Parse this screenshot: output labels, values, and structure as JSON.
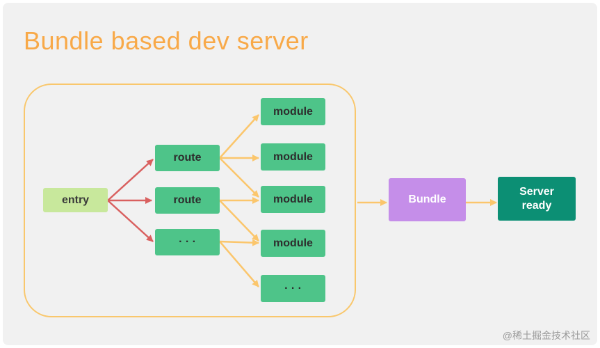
{
  "title": "Bundle based dev server",
  "nodes": {
    "entry": "entry",
    "route_1": "route",
    "route_2": "route",
    "route_more": "· · ·",
    "module_1": "module",
    "module_2": "module",
    "module_3": "module",
    "module_4": "module",
    "module_more": "· · ·",
    "bundle": "Bundle",
    "server_ready": "Server\nready"
  },
  "watermark": "@稀土掘金技术社区",
  "colors": {
    "title": "#f8a948",
    "frame": "#f9c76c",
    "entry_fill": "#c8e89c",
    "node_fill": "#4ec489",
    "bundle_fill": "#c58ee9",
    "ready_fill": "#0c8f74",
    "red_arrow": "#d9605f",
    "orange_arrow": "#fbc66c",
    "panel": "#f1f1f1"
  }
}
